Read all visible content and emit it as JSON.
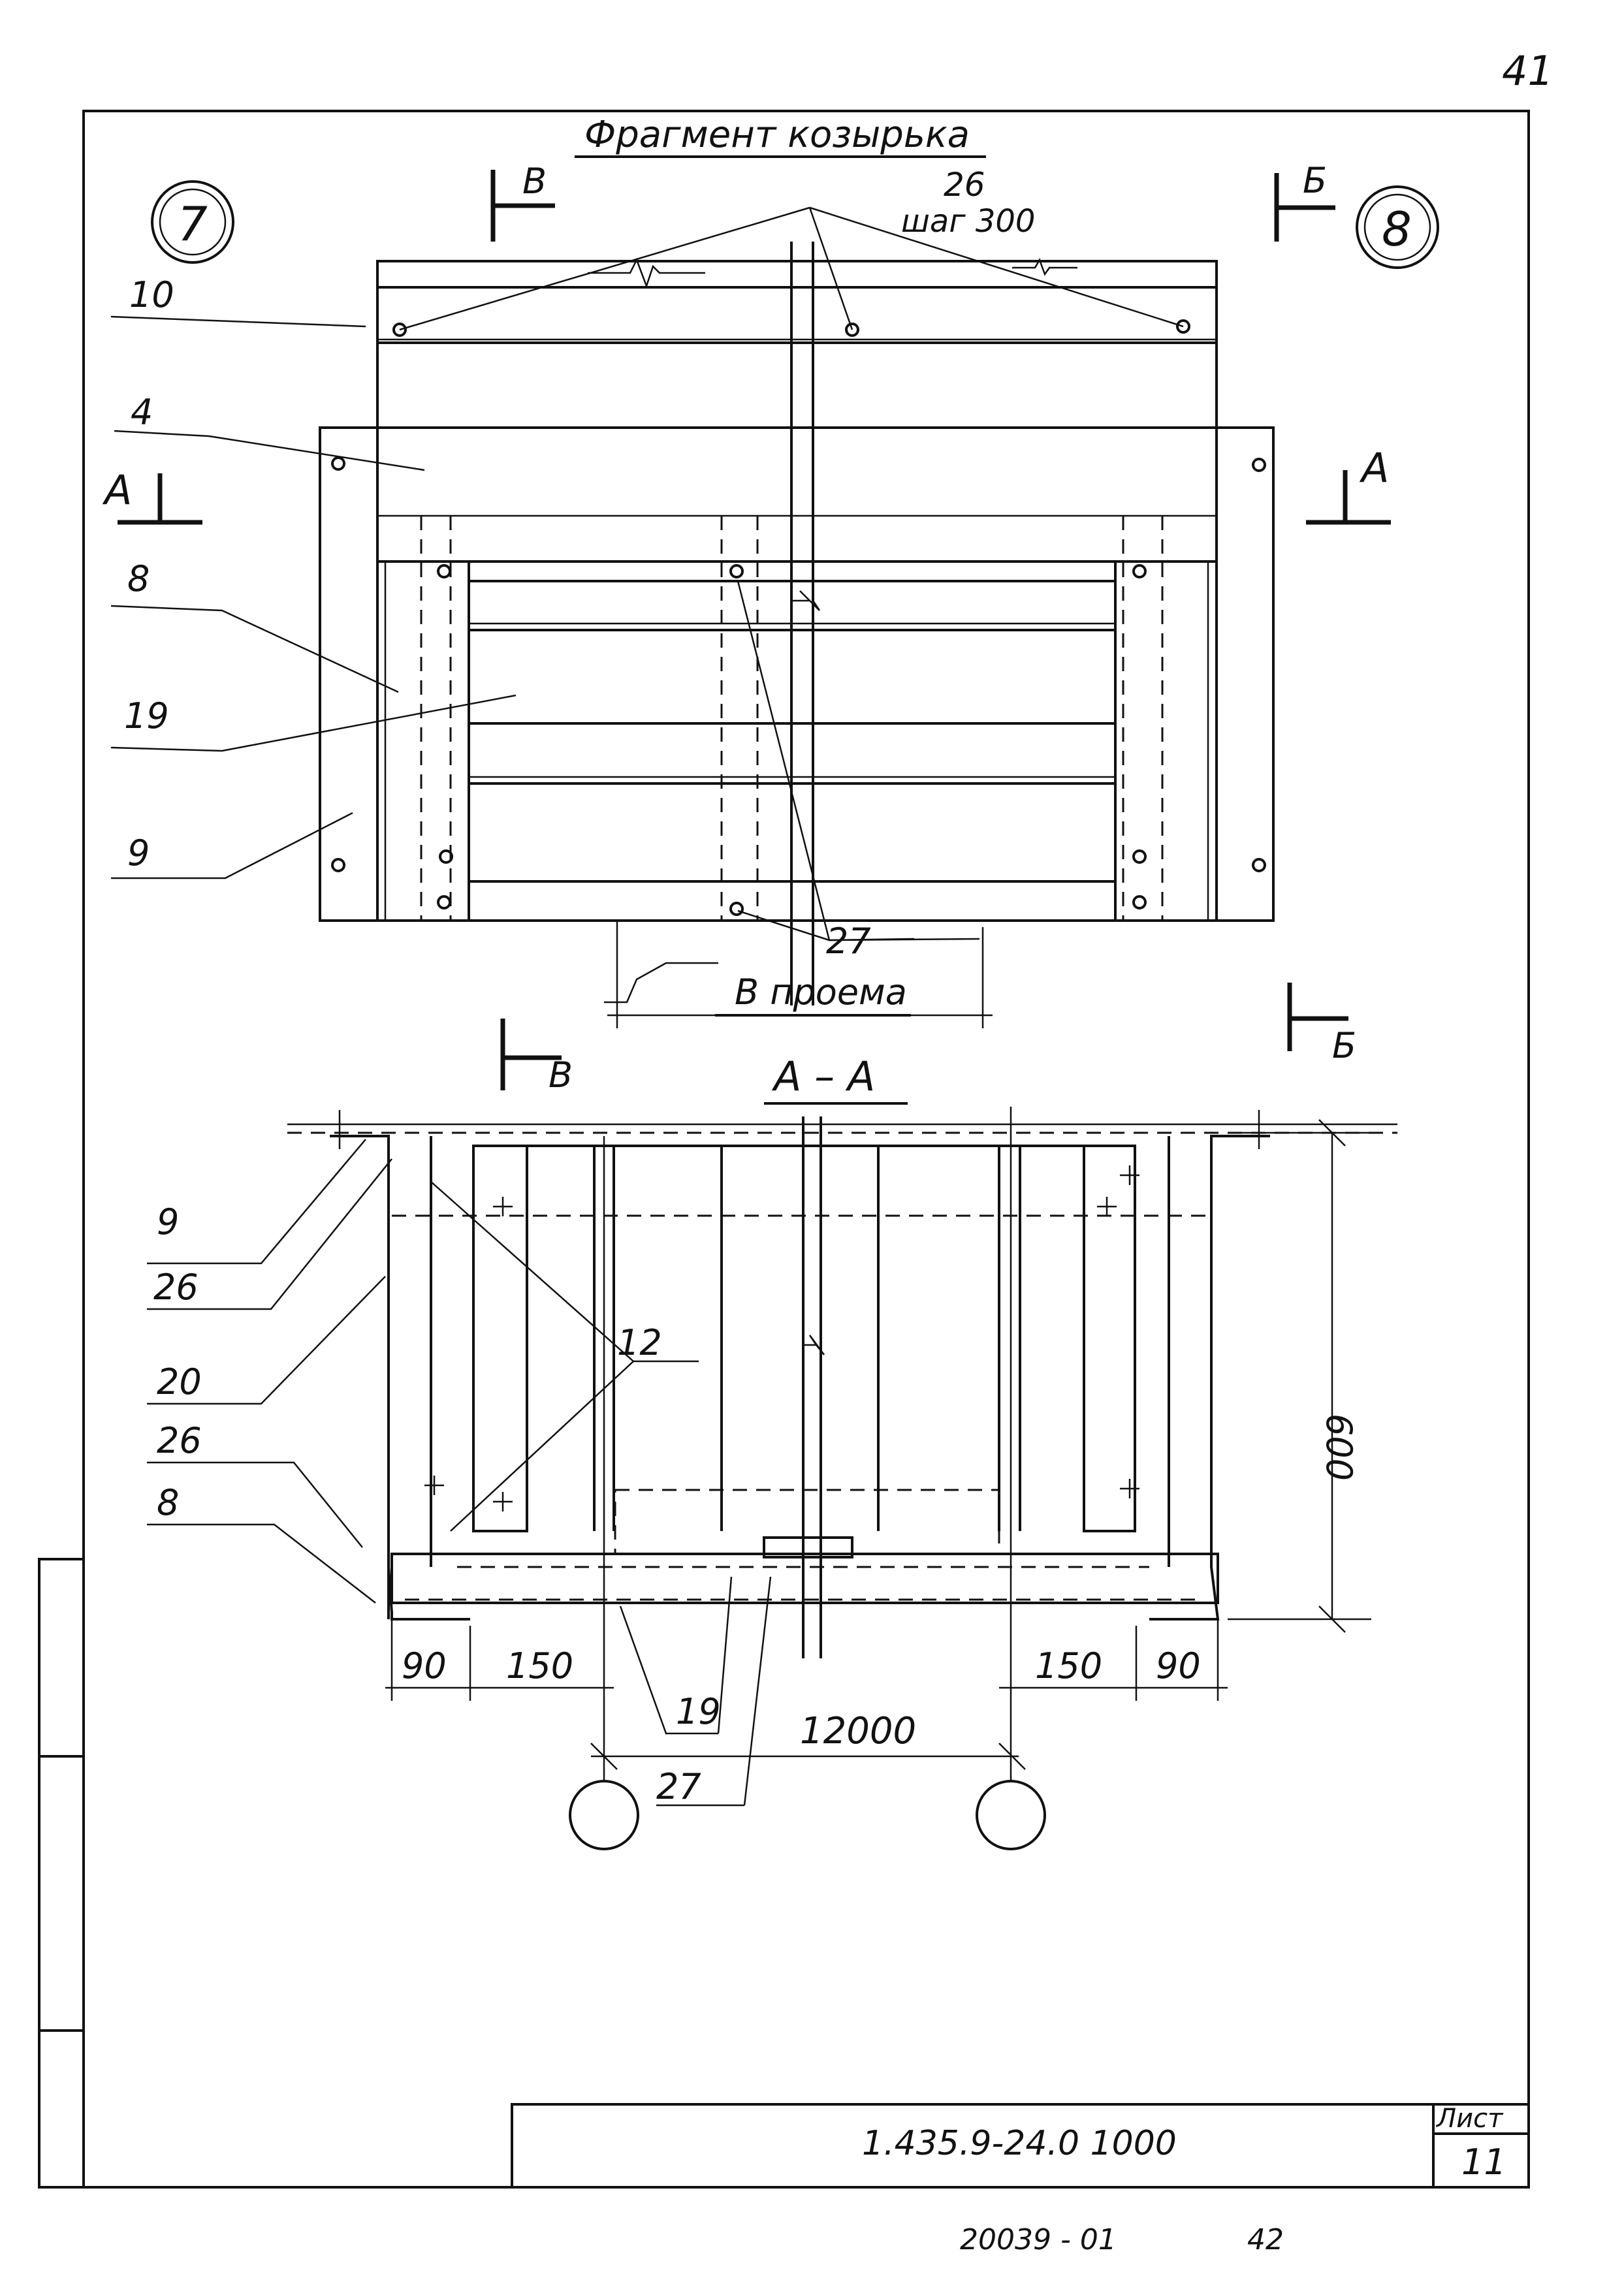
{
  "sheet": {
    "page_number": "41",
    "stamp_bottom": "20039 - 01",
    "stamp_bottom_num": "42",
    "doc_code": "1.435.9-24.0 1000",
    "sheet_label": "Лист",
    "sheet_number": "11"
  },
  "plan": {
    "title": "Фрагмент козырька",
    "axis_left": "7",
    "axis_right": "8",
    "section_v_top": "В",
    "section_b_top": "Б",
    "section_a_left": "А",
    "section_a_right": "А",
    "section_v_bottom": "В",
    "section_b_bottom": "Б",
    "note_26": "26",
    "note_step": "шаг 300",
    "callouts": [
      "10",
      "4",
      "8",
      "19",
      "9"
    ],
    "callout_27": "27",
    "dim_opening": "В проема"
  },
  "section": {
    "title": "А – А",
    "callouts_left": [
      "9",
      "26",
      "20",
      "26",
      "8"
    ],
    "callout_12": "12",
    "callout_19": "19",
    "callout_27": "27",
    "dim_height": "600",
    "dim_90_left": "90",
    "dim_150_left": "150",
    "dim_150_right": "150",
    "dim_90_right": "90",
    "dim_span": "12000"
  }
}
